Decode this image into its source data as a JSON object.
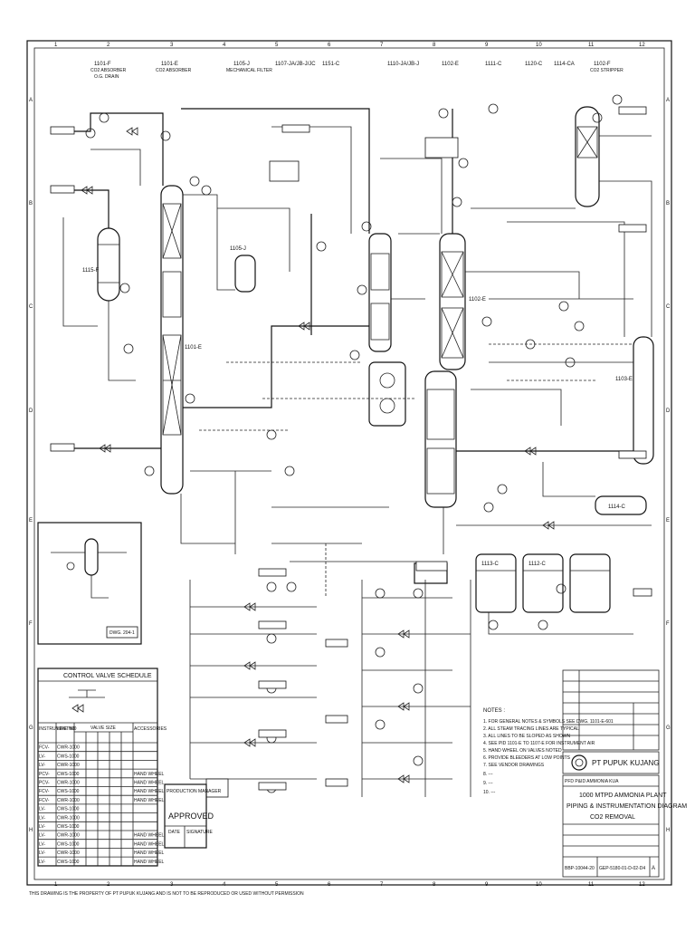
{
  "grid": {
    "columns": [
      "1",
      "2",
      "3",
      "4",
      "5",
      "6",
      "7",
      "8",
      "9",
      "10",
      "11",
      "12"
    ],
    "rows": [
      "A",
      "B",
      "C",
      "D",
      "E",
      "F",
      "G",
      "H"
    ]
  },
  "top_tags": [
    {
      "tag": "1101-F",
      "desc": "CO2 ABSORBER",
      "sub": "O.G. DRAIN"
    },
    {
      "tag": "1101-E",
      "desc": "CO2 ABSORBER"
    },
    {
      "tag": "1105-J",
      "desc": "MECHANICAL FILTER"
    },
    {
      "tag": "1107-JA/JB-J/JC"
    },
    {
      "tag": "1151-C"
    },
    {
      "tag": "1110-JA/JB-J"
    },
    {
      "tag": "1102-E"
    },
    {
      "tag": "1111-C"
    },
    {
      "tag": "1120-C"
    },
    {
      "tag": "1114-CA"
    },
    {
      "tag": "1102-F",
      "desc": "CO2 STRIPPER"
    }
  ],
  "equipment": [
    {
      "tag": "1115-F"
    },
    {
      "tag": "1101-E"
    },
    {
      "tag": "1105-J"
    },
    {
      "tag": "1103-E"
    },
    {
      "tag": "1102-E"
    },
    {
      "tag": "1114-C"
    },
    {
      "tag": "1113-C"
    },
    {
      "tag": "1112-C"
    }
  ],
  "inset": {
    "dwg": "DWG. 204-1"
  },
  "approval": {
    "manager": "PRODUCTION MANAGER",
    "stamp": "APPROVED",
    "date": "DATE",
    "signature": "SIGNATURE"
  },
  "control_valve_schedule": {
    "title": "CONTROL VALVE SCHEDULE",
    "headers": [
      "INSTRUMENT NO",
      "LINE NO",
      "VALVE SIZE",
      "ACCESSORIES"
    ],
    "rows": [
      [
        "FCV-",
        "CWR-1000",
        "",
        "",
        ""
      ],
      [
        "LV-",
        "CWS-1000",
        "",
        "",
        ""
      ],
      [
        "LV-",
        "CWR-1000",
        "",
        "",
        ""
      ],
      [
        "PCV-",
        "CWS-1000",
        "",
        "",
        "HAND WHEEL"
      ],
      [
        "PCV-",
        "CWR-1000",
        "",
        "",
        "HAND WHEEL"
      ],
      [
        "FCV-",
        "CWS-1000",
        "",
        "",
        "HAND WHEEL"
      ],
      [
        "FCV-",
        "CWR-1000",
        "",
        "",
        "HAND WHEEL"
      ],
      [
        "LV-",
        "CWS-1000",
        "",
        "",
        ""
      ],
      [
        "LV-",
        "CWR-1000",
        "",
        "",
        ""
      ],
      [
        "LV-",
        "CWS-1000",
        "",
        "",
        ""
      ],
      [
        "LV-",
        "CWR-1000",
        "",
        "",
        "HAND WHEEL"
      ],
      [
        "LV-",
        "CWS-1000",
        "",
        "",
        "HAND WHEEL"
      ],
      [
        "LV-",
        "CWR-1000",
        "",
        "",
        "HAND WHEEL"
      ],
      [
        "LV-",
        "CWS-1000",
        "",
        "",
        "HAND WHEEL"
      ]
    ]
  },
  "notes": {
    "title": "NOTES :",
    "items": [
      "1. FOR GENERAL NOTES & SYMBOLS SEE DWG. 1101-E-601",
      "2. ALL STEAM TRACING LINES ARE TYPICAL",
      "3. ALL LINES TO BE SLOPED AS SHOWN",
      "4. SEE PID 1101-E TO 1107-E FOR INSTRUMENT AIR",
      "5. HAND WHEEL ON VALVES NOTED",
      "6. PROVIDE BLEEDERS AT LOW POINTS",
      "7. SEE VENDOR DRAWINGS",
      "8. ---",
      "9. ---",
      "10. ---"
    ]
  },
  "company": "PT PUPUK KUJANG",
  "title_block": {
    "project": "PFD P&ID AMMONIA KUA",
    "line1": "1000 MTPD AMMONIA PLANT",
    "line2": "PIPING & INSTRUMENTATION DIAGRAM",
    "line3": "CO2 REMOVAL",
    "drawing_no": "GEP-5180-01-D-02-D4",
    "code": "BBP-10044-20",
    "revision": "A"
  },
  "footer_note": "THIS DRAWING IS THE PROPERTY OF PT PUPUK KUJANG AND IS NOT TO BE REPRODUCED OR USED WITHOUT PERMISSION"
}
